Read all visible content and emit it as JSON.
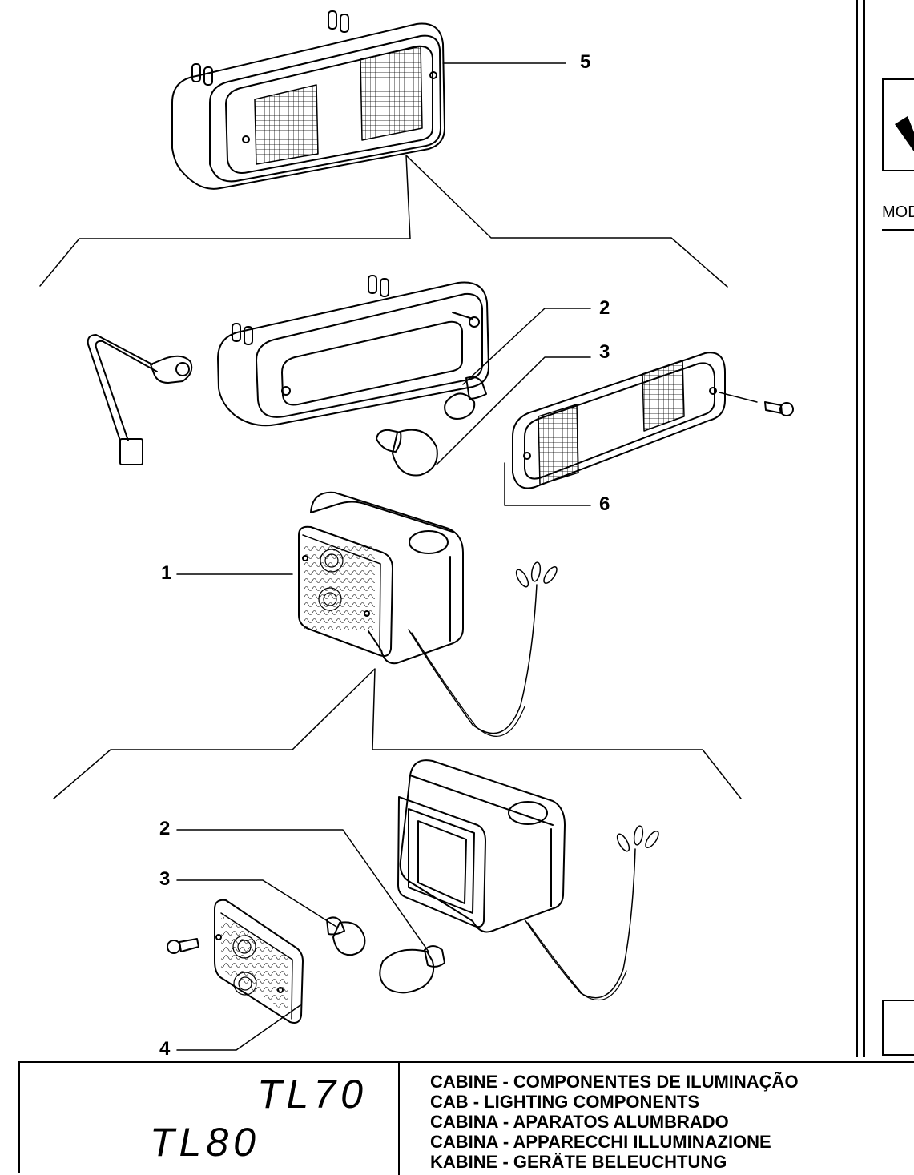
{
  "callouts": {
    "c5": "5",
    "c2a": "2",
    "c3a": "3",
    "c6": "6",
    "c1": "1",
    "c2b": "2",
    "c3b": "3",
    "c4": "4"
  },
  "side": {
    "label": "MOD"
  },
  "title_block": {
    "model_1": "TL70",
    "model_2": "TL80",
    "titles": [
      "CABINE - COMPONENTES DE ILUMINAÇÃO",
      "CAB - LIGHTING COMPONENTS",
      "CABINA - APARATOS ALUMBRADO",
      "CABINA - APPARECCHI ILLUMINAZIONE",
      "KABINE - GERÄTE BELEUCHTUNG"
    ]
  }
}
